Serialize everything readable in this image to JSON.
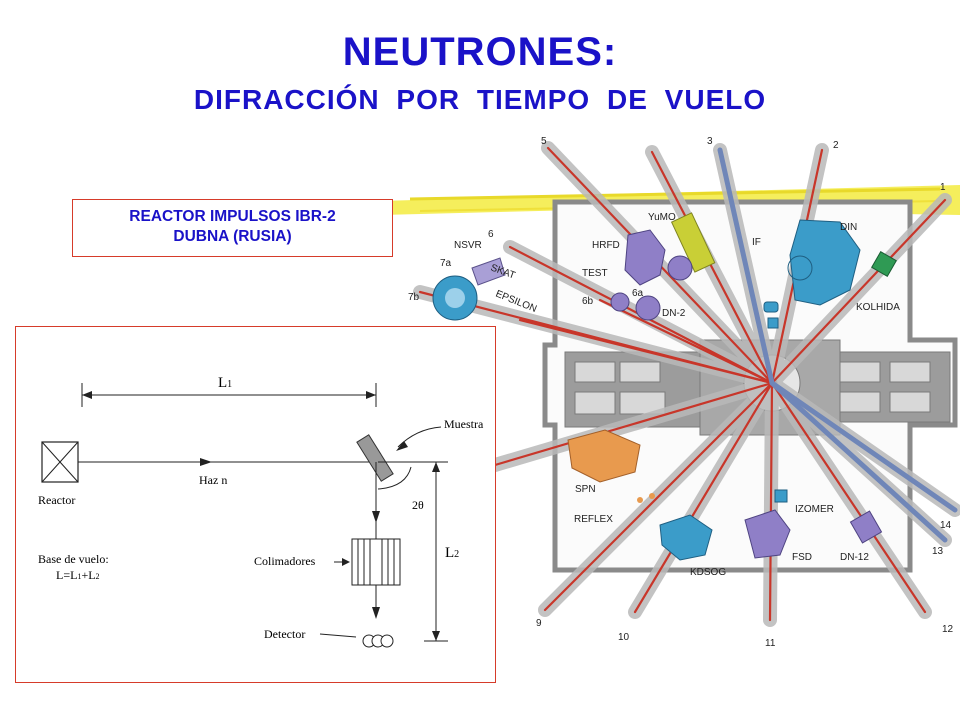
{
  "header": {
    "title": "NEUTRONES:",
    "subtitle": "DIFRACCIÓN  POR  TIEMPO  DE  VUELO"
  },
  "reactor_box": {
    "line1": "REACTOR IMPULSOS IBR-2",
    "line2": "DUBNA (RUSIA)"
  },
  "schematic": {
    "reactor": "Reactor",
    "beam": "Haz n",
    "sample": "Muestra",
    "l1": "L",
    "l1_sub": "1",
    "l2": "L",
    "l2_sub": "2",
    "angle": "2θ",
    "collimators": "Colimadores",
    "detector": "Detector",
    "flight_base_line1": "Base de vuelo:",
    "flight_base_line2_a": "L=L",
    "flight_base_line2_b": "1",
    "flight_base_line2_c": "+L",
    "flight_base_line2_d": "2"
  },
  "map": {
    "beamline_numbers": [
      "1",
      "2",
      "3",
      "5",
      "6",
      "7a",
      "7b",
      "6a",
      "6b",
      "9",
      "10",
      "11",
      "12",
      "13",
      "14"
    ],
    "instruments": [
      "YuMO",
      "HRFD",
      "IF",
      "DIN",
      "NSVR",
      "SKAT",
      "EPSILON",
      "TEST",
      "DN-2",
      "KOLHIDA",
      "SPN",
      "REFLEX",
      "KDSOG",
      "FSD",
      "IZOMER",
      "DN-12"
    ]
  },
  "colors": {
    "title": "#1a12c8",
    "frame": "#d63b2a",
    "beam": "#c8362a",
    "hall": "#8a8a8a"
  }
}
